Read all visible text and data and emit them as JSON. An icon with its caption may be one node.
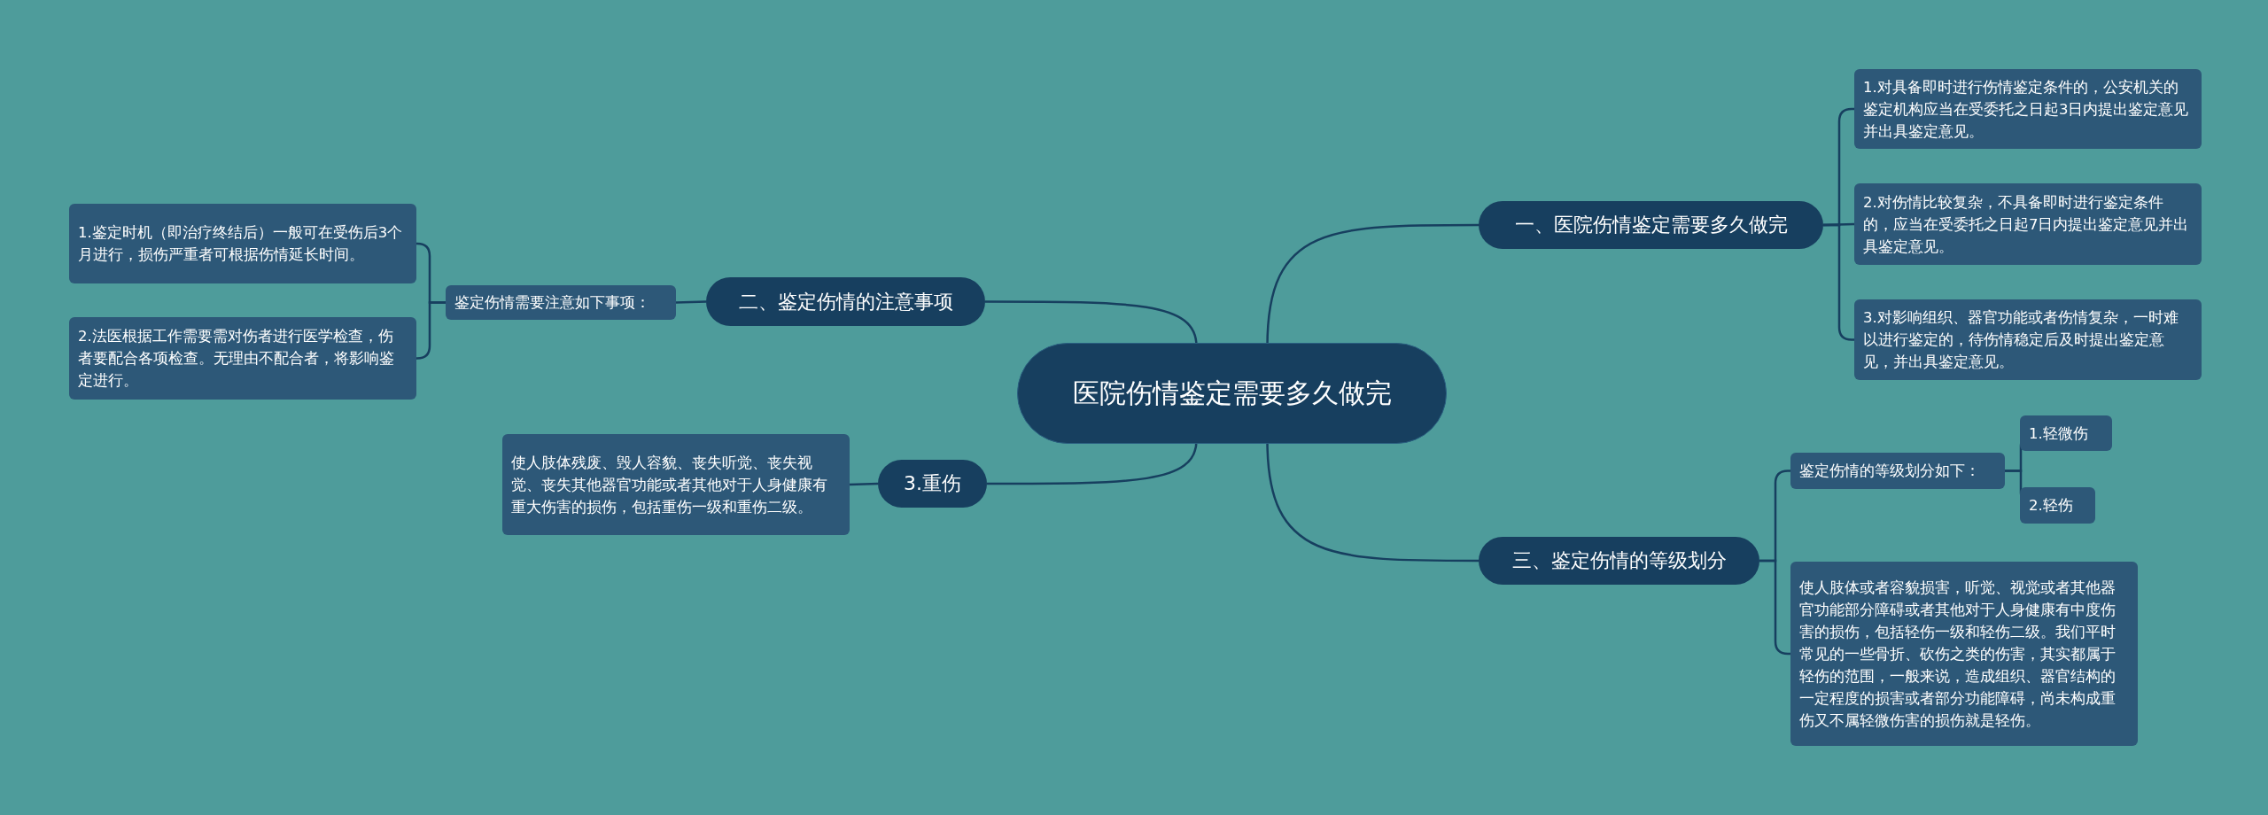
{
  "diagram": {
    "nodes": [
      {
        "text": [
          "医院伤情鉴定需要多久做完"
        ]
      },
      {
        "text": [
          "一、医院伤情鉴定需要多久做完"
        ]
      },
      {
        "text": [
          "1.对具备即时进行伤情鉴定条件的，公安机关的鉴定机构应当在受委托之日起3日内提出鉴定意见并出具鉴定意见。"
        ]
      },
      {
        "text": [
          "2.对伤情比较复杂，不具备即时进行鉴定条件的，应当在受委托之日起7日内提出鉴定意见并出具鉴定意见。"
        ]
      },
      {
        "text": [
          "3.对影响组织、器官功能或者伤情复杂，一时难以进行鉴定的，待伤情稳定后及时提出鉴定意见，并出具鉴定意见。"
        ]
      },
      {
        "text": [
          "二、鉴定伤情的注意事项"
        ]
      },
      {
        "text": [
          "鉴定伤情需要注意如下事项："
        ]
      },
      {
        "text": [
          "1.鉴定时机（即治疗终结后）一般可在受伤后3个月进行，损伤严重者可根据伤情延长时间。"
        ]
      },
      {
        "text": [
          "2.法医根据工作需要需对伤者进行医学检查，伤者要配合各项检查。无理由不配合者，将影响鉴定进行。"
        ]
      },
      {
        "text": [
          "3.重伤"
        ]
      },
      {
        "text": [
          "使人肢体残废、毁人容貌、丧失听觉、丧失视觉、丧失其他器官功能或者其他对于人身健康有重大伤害的损伤，包括重伤一级和重伤二级。"
        ]
      },
      {
        "text": [
          "三、鉴定伤情的等级划分"
        ]
      },
      {
        "text": [
          "鉴定伤情的等级划分如下："
        ]
      },
      {
        "text": [
          "1.轻微伤"
        ]
      },
      {
        "text": [
          "2.轻伤"
        ]
      },
      {
        "text": [
          "使人肢体或者容貌损害，听觉、视觉或者其他器官功能部分障碍或者其他对于人身健康有中度伤害的损伤，包括轻伤一级和轻伤二级。我们平时常见的一些骨折、砍伤之类的伤害，其实都属于轻伤的范围，一般来说，造成组织、器官结构的一定程度的损害或者部分功能障碍，尚未构成重伤又不属轻微伤害的损伤就是轻伤。"
        ]
      }
    ],
    "edges": [
      {
        "from": 0,
        "to": 1,
        "arrow": "none"
      },
      {
        "from": 1,
        "to": 2,
        "arrow": "none"
      },
      {
        "from": 1,
        "to": 3,
        "arrow": "none"
      },
      {
        "from": 1,
        "to": 4,
        "arrow": "none"
      },
      {
        "from": 0,
        "to": 5,
        "arrow": "none"
      },
      {
        "from": 5,
        "to": 6,
        "arrow": "none"
      },
      {
        "from": 6,
        "to": 7,
        "arrow": "none"
      },
      {
        "from": 6,
        "to": 8,
        "arrow": "none"
      },
      {
        "from": 0,
        "to": 9,
        "arrow": "none"
      },
      {
        "from": 9,
        "to": 10,
        "arrow": "none"
      },
      {
        "from": 0,
        "to": 11,
        "arrow": "none"
      },
      {
        "from": 11,
        "to": 12,
        "arrow": "none"
      },
      {
        "from": 11,
        "to": 15,
        "arrow": "none"
      },
      {
        "from": 12,
        "to": 13,
        "arrow": "none"
      },
      {
        "from": 12,
        "to": 14,
        "arrow": "none"
      }
    ]
  }
}
